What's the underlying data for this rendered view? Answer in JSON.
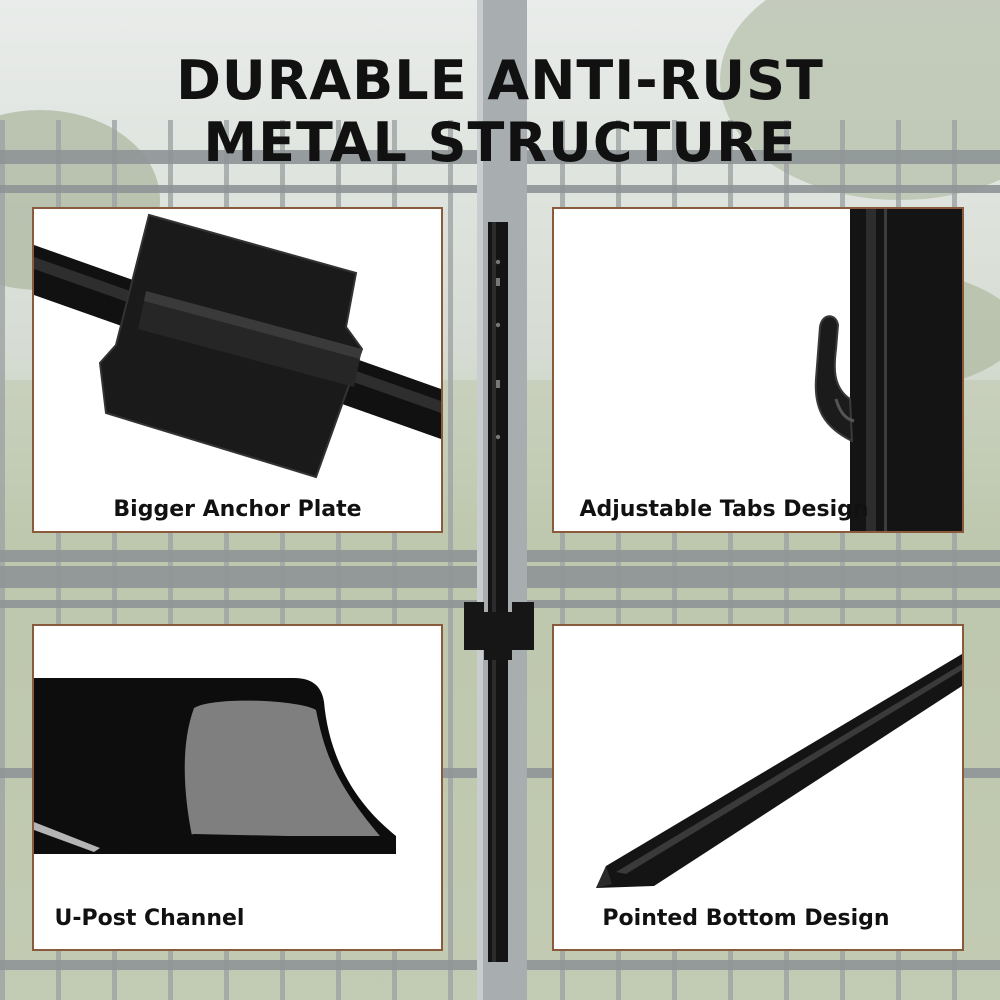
{
  "headline": {
    "line1": "DURABLE ANTI-RUST",
    "line2": "METAL STRUCTURE"
  },
  "panels": [
    {
      "caption": "Bigger Anchor Plate",
      "icon": "anchor-plate"
    },
    {
      "caption": "Adjustable Tabs Design",
      "icon": "adjustable-tab"
    },
    {
      "caption": "U-Post Channel",
      "icon": "u-channel"
    },
    {
      "caption": "Pointed Bottom Design",
      "icon": "pointed-bottom"
    }
  ],
  "colors": {
    "panel_border": "#8a5a3c",
    "post": "#141414",
    "background_fence": "#9aa0a3"
  }
}
